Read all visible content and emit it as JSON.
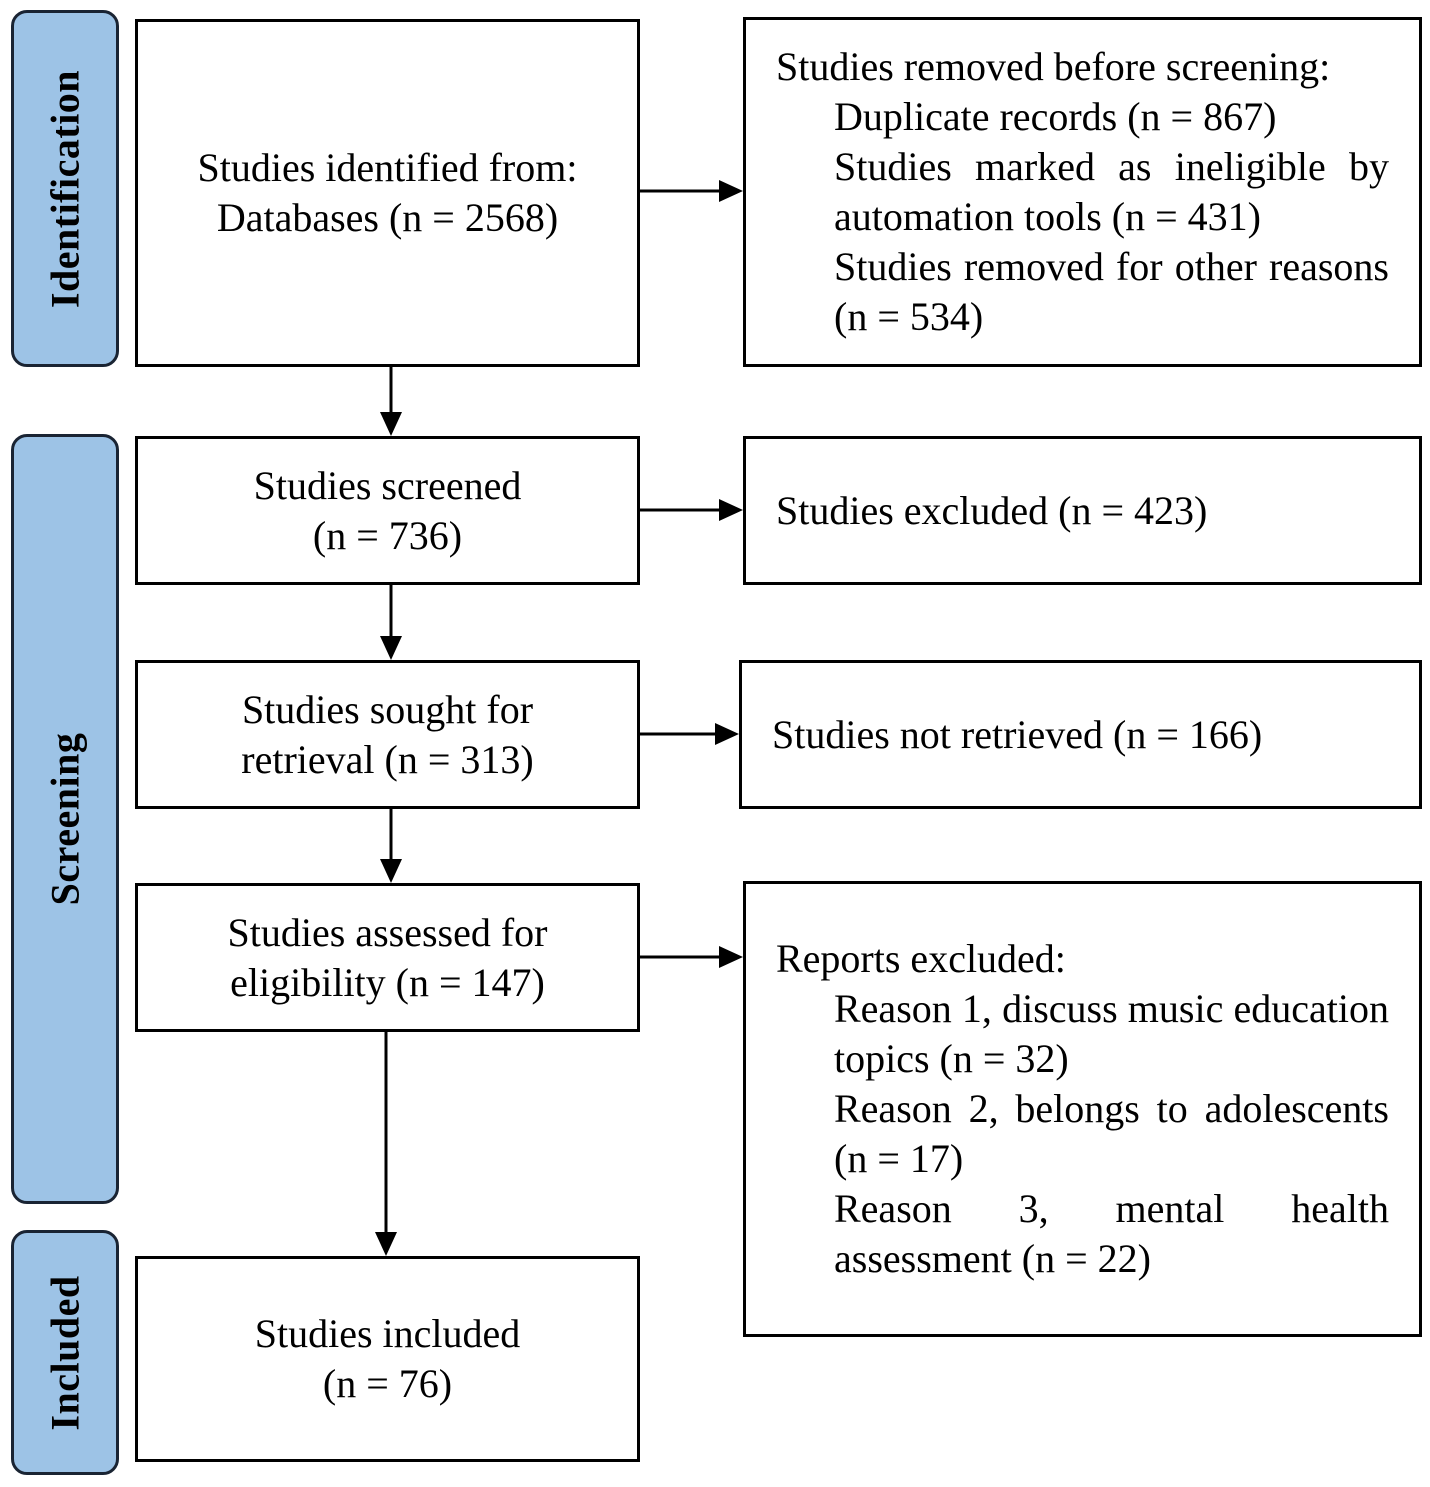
{
  "phases": {
    "identification": "Identification",
    "screening": "Screening",
    "included": "Included"
  },
  "boxes": {
    "identified": {
      "line1": "Studies identified from:",
      "line2": "Databases (n = 2568)"
    },
    "removed": {
      "heading": "Studies removed before screening:",
      "items": [
        "Duplicate records (n = 867)",
        "Studies marked as ineligible by automation tools (n = 431)",
        "Studies removed for other reasons (n = 534)"
      ]
    },
    "screened": {
      "line1": "Studies screened",
      "line2": "(n = 736)"
    },
    "excluded": {
      "text": "Studies excluded (n = 423)"
    },
    "sought": {
      "line1": "Studies sought for",
      "line2": "retrieval (n = 313)"
    },
    "not_retrieved": {
      "text": "Studies not retrieved (n = 166)"
    },
    "assessed": {
      "line1": "Studies assessed for",
      "line2": "eligibility (n = 147)"
    },
    "reports_excluded": {
      "heading": "Reports excluded:",
      "items": [
        "Reason 1, discuss music education topics (n = 32)",
        "Reason 2, belongs to adolescents (n = 17)",
        "Reason 3, mental health assessment (n = 22)"
      ]
    },
    "included": {
      "line1": "Studies included",
      "line2": "(n = 76)"
    }
  },
  "colors": {
    "phase_fill": "#9dc3e6",
    "phase_border": "#1a2433",
    "box_border": "#000000"
  }
}
